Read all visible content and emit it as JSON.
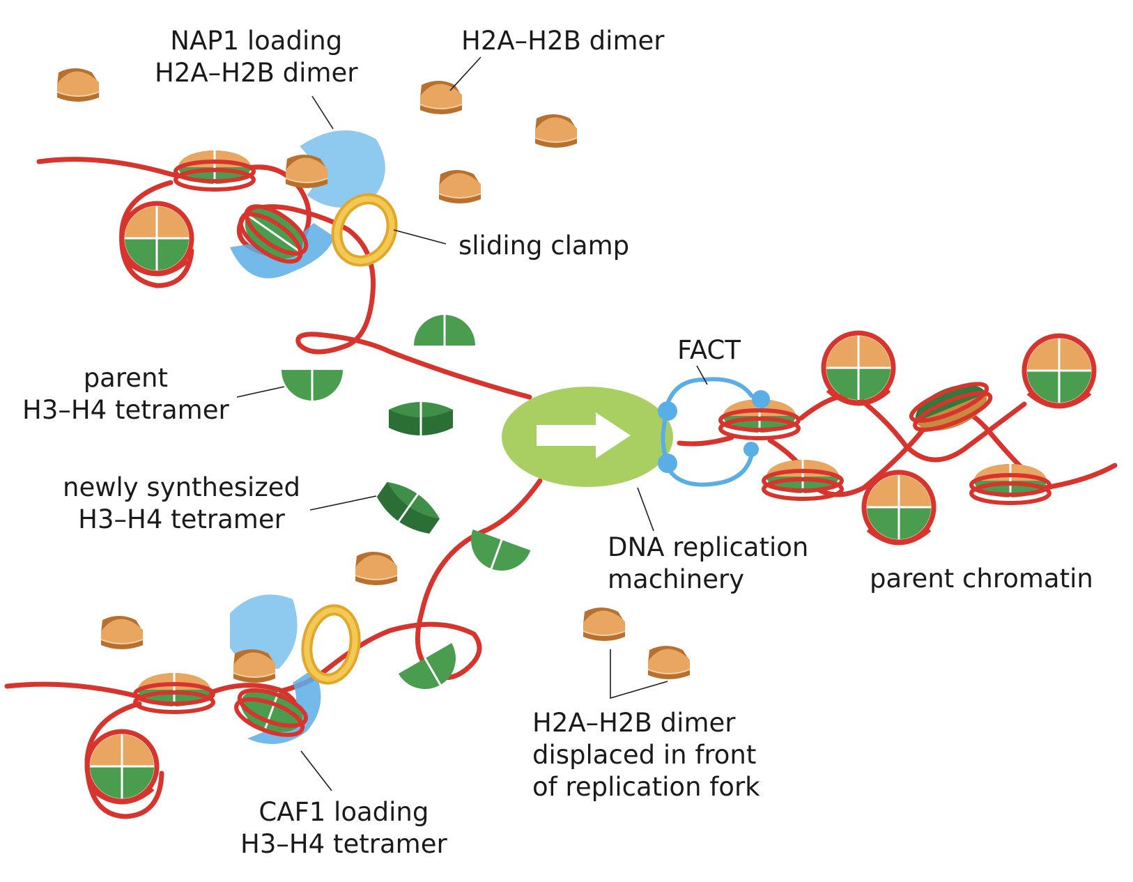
{
  "labels": {
    "nap1": [
      "NAP1 loading",
      "H2A–H2B dimer"
    ],
    "h2a_top": [
      "H2A–H2B dimer"
    ],
    "sliding_clamp": [
      "sliding clamp"
    ],
    "parent_tetramer": [
      "parent",
      "H3–H4 tetramer"
    ],
    "new_tetramer": [
      "newly synthesized",
      "H3–H4 tetramer"
    ],
    "fact": [
      "FACT"
    ],
    "replication": [
      "DNA replication",
      "machinery"
    ],
    "parent_chromatin": [
      "parent chromatin"
    ],
    "displaced": [
      "H2A–H2B dimer",
      "displaced in front",
      "of replication fork"
    ],
    "caf1": [
      "CAF1 loading",
      "H3–H4 tetramer"
    ]
  },
  "colors": {
    "dna": "#d6342c",
    "histone_h3h4_parent": "#4a9c4f",
    "histone_h3h4_new": "#2f7a3c",
    "histone_h2a_h2b": "#dc9550",
    "nap1_caf1_chaperone": "#8ec9ef",
    "sliding_clamp": "#f0bd3c",
    "fact": "#5aaee6",
    "replication_machinery": "#a9cf63"
  }
}
